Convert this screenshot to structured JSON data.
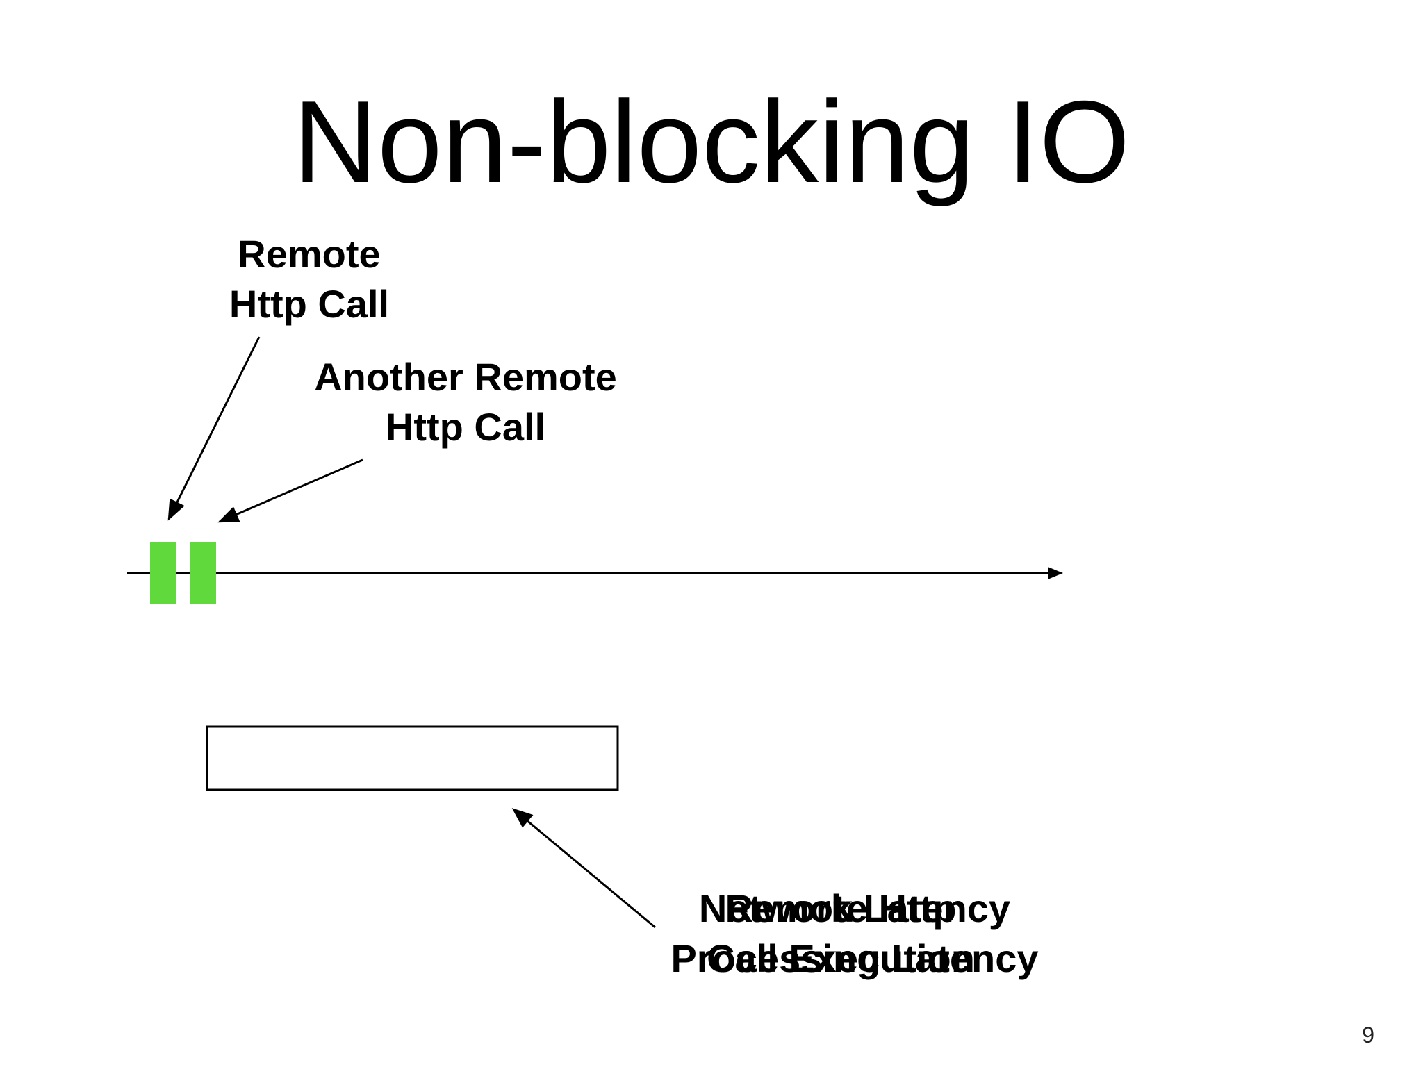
{
  "slide": {
    "title": "Non-blocking IO",
    "page_number": "9"
  },
  "labels": {
    "remote_call": [
      "Remote",
      "Http Call"
    ],
    "another_remote_call": [
      "Another Remote",
      "Http Call"
    ],
    "overlap_text_a": [
      "Remote Http",
      "Call Execution"
    ],
    "overlap_text_b": [
      "Network Latency",
      "Processing Latency"
    ]
  },
  "colors": {
    "call_block": "#5fd93c",
    "line": "#000000",
    "text": "#000000"
  }
}
